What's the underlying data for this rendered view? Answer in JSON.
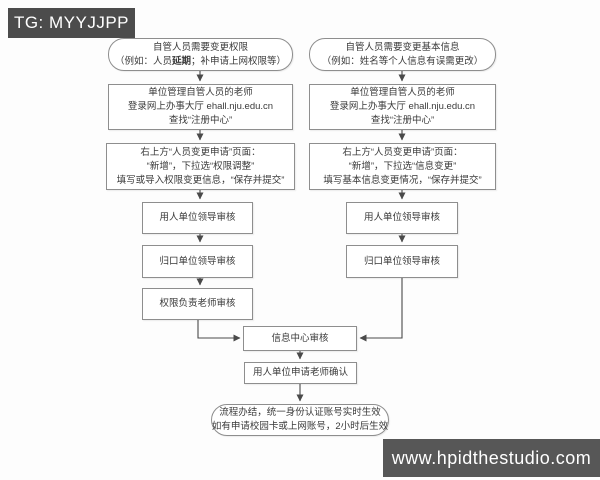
{
  "watermarks": {
    "top_left": "TG: MYYJJPP",
    "bottom_right": "www.hpidthestudio.com"
  },
  "colors": {
    "watermark_bg": "#4c4c4c",
    "box_border": "#8e8e8e",
    "box_fill": "#ffffff",
    "text": "#3a3a3a",
    "connector": "#4a4a4a"
  },
  "flow": {
    "left": {
      "start": {
        "line1": "自管人员需要变更权限",
        "line2_prefix": "（例如：人员",
        "line2_bold": "延期",
        "line2_suffix": "；补申请上网权限等）"
      },
      "steps": [
        {
          "lines": [
            "单位管理自管人员的老师",
            "登录网上办事大厅 ehall.nju.edu.cn",
            "查找“注册中心”"
          ]
        },
        {
          "lines": [
            "右上方“人员变更申请”页面：",
            "“新增”，下拉选“权限调整”",
            "填写或导入权限变更信息，“保存并提交”"
          ]
        },
        {
          "lines": [
            "用人单位领导审核"
          ]
        },
        {
          "lines": [
            "归口单位领导审核"
          ]
        },
        {
          "lines": [
            "权限负责老师审核"
          ]
        }
      ]
    },
    "right": {
      "start": {
        "line1": "自管人员需要变更基本信息",
        "line2": "（例如：姓名等个人信息有误需更改）"
      },
      "steps": [
        {
          "lines": [
            "单位管理自管人员的老师",
            "登录网上办事大厅 ehall.nju.edu.cn",
            "查找“注册中心”"
          ]
        },
        {
          "lines": [
            "右上方“人员变更申请”页面：",
            "“新增”，下拉选“信息变更”",
            "填写基本信息变更情况，“保存并提交”"
          ]
        },
        {
          "lines": [
            "用人单位领导审核"
          ]
        },
        {
          "lines": [
            "归口单位领导审核"
          ]
        }
      ]
    },
    "merge": {
      "review": "信息中心审核",
      "confirm": "用人单位申请老师确认",
      "end_line1": "流程办结，统一身份认证账号实时生效",
      "end_line2": "如有申请校园卡或上网账号，2小时后生效"
    }
  }
}
